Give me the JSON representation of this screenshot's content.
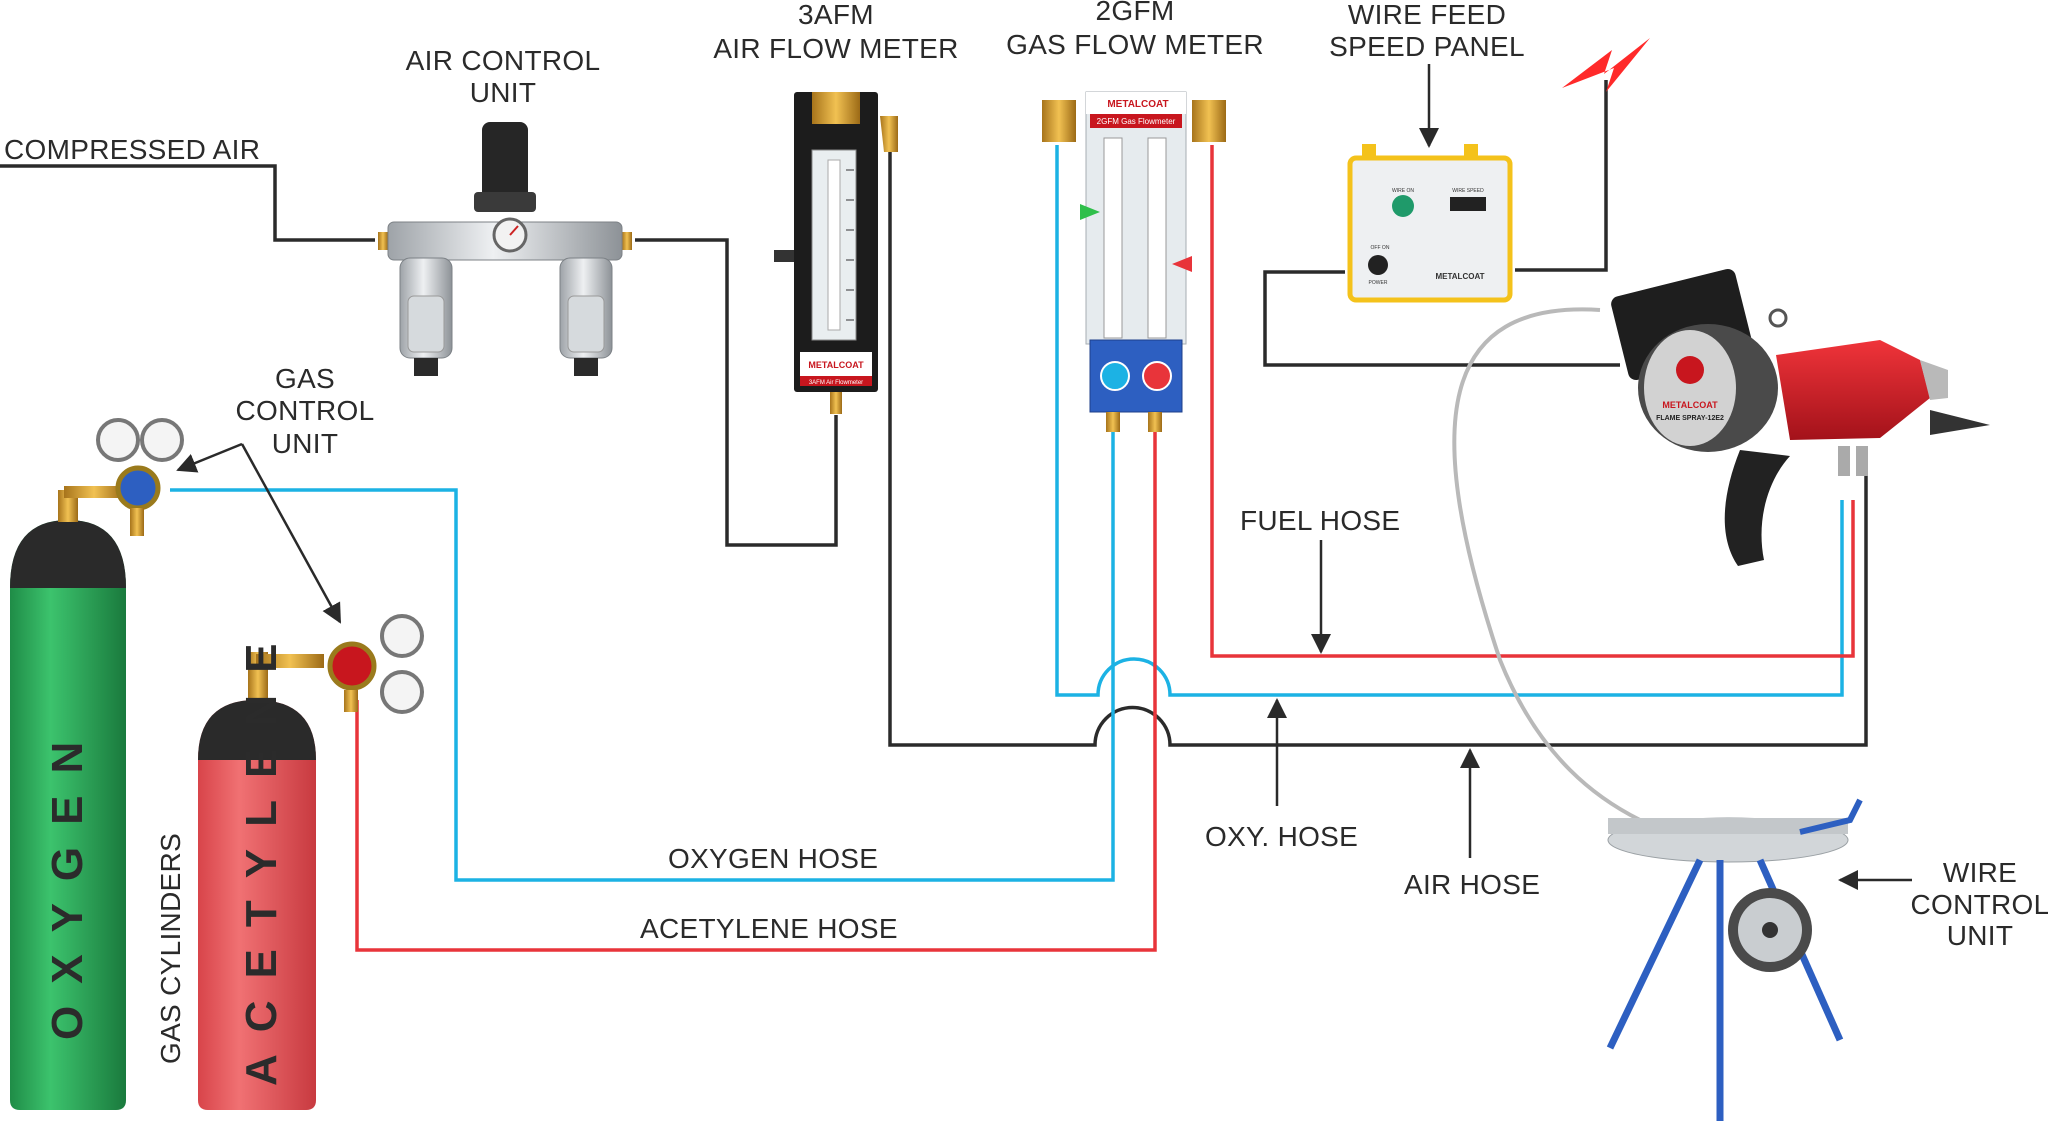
{
  "labels": {
    "compressed_air": "COMPRESSED AIR",
    "air_control_unit_1": "AIR CONTROL",
    "air_control_unit_2": "UNIT",
    "afm_1": "3AFM",
    "afm_2": "AIR FLOW METER",
    "gfm_1": "2GFM",
    "gfm_2": "GAS FLOW METER",
    "wire_feed_1": "WIRE FEED",
    "wire_feed_2": "SPEED PANEL",
    "gas_control_1": "GAS",
    "gas_control_2": "CONTROL",
    "gas_control_3": "UNIT",
    "fuel_hose": "FUEL HOSE",
    "oxy_hose": "OXY. HOSE",
    "air_hose": "AIR HOSE",
    "oxygen_hose": "OXYGEN HOSE",
    "acetylene_hose": "ACETYLENE HOSE",
    "wire_control_1": "WIRE",
    "wire_control_2": "CONTROL",
    "wire_control_3": "UNIT",
    "gas_cylinders": "GAS CYLINDERS",
    "oxygen_cylinder": "OXYGEN",
    "acetylene_cylinder": "ACETYLENE"
  },
  "device_text": {
    "brand": "METALCOAT",
    "afm_plate": "3AFM Air Flowmeter",
    "gfm_plate": "2GFM Gas Flowmeter",
    "gun_model": "FLAME SPRAY-12E2",
    "panel_wire_on": "WIRE ON",
    "panel_wire_speed": "WIRE SPEED",
    "panel_off_on": "OFF ON",
    "panel_power": "POWER"
  },
  "colors": {
    "oxygen_line": "#1cb2e4",
    "acetylene_line": "#e8343a",
    "air_line": "#2b2b2b",
    "wire_line": "#b9b9b9",
    "oxygen_cylinder": "#2aa55a",
    "acetylene_cylinder": "#e8585a",
    "lightning": "#ff2a2a"
  }
}
